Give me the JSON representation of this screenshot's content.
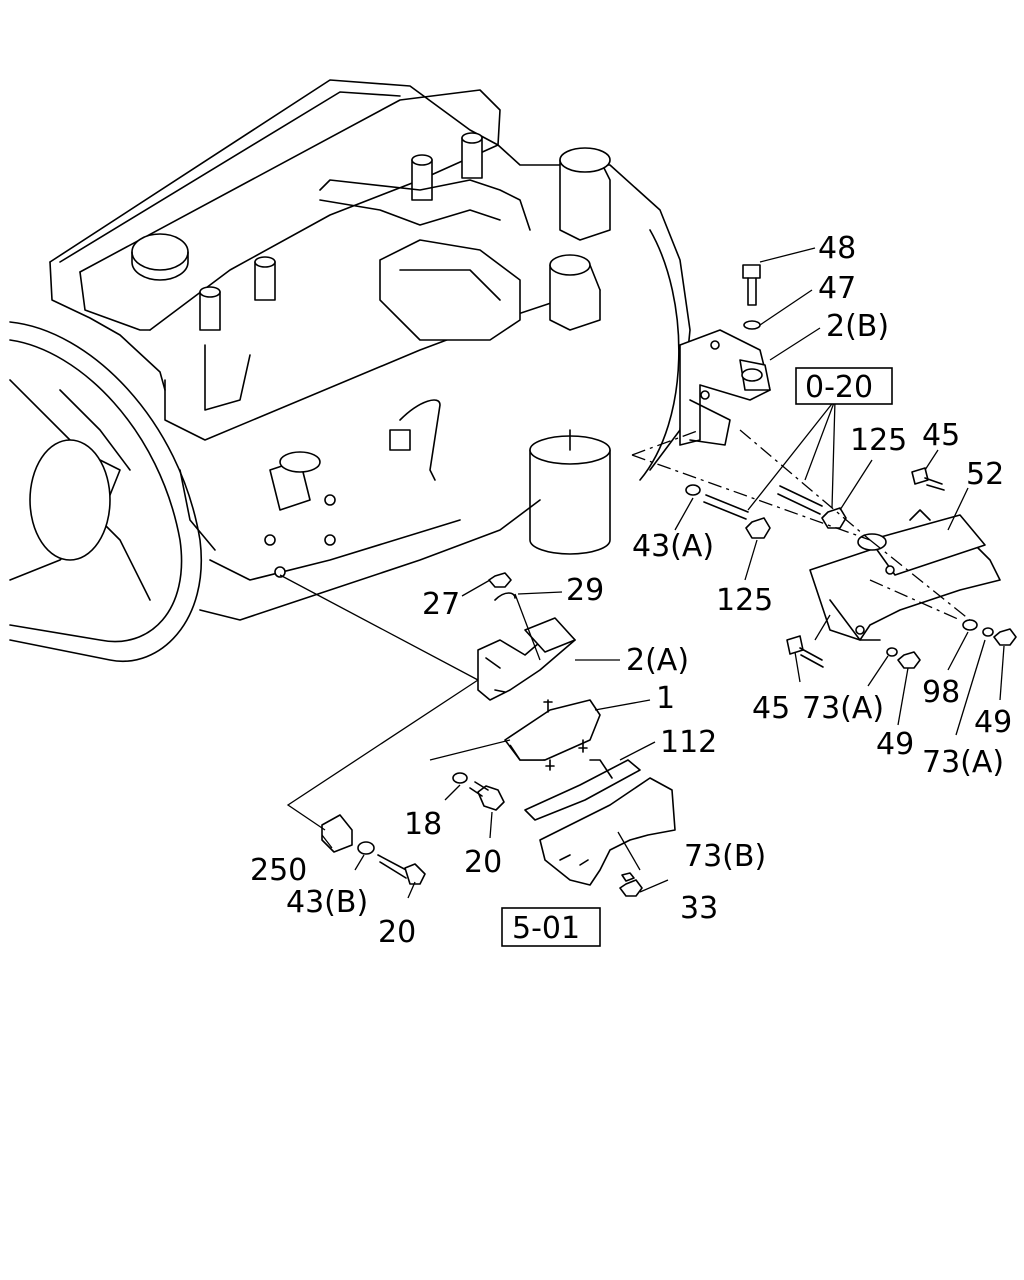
{
  "callouts": {
    "c48": "48",
    "c47": "47",
    "c2b": "2(B)",
    "c45_top": "45",
    "c52": "52",
    "c125_top": "125",
    "c43a": "43(A)",
    "c125_bottom": "125",
    "c27": "27",
    "c29": "29",
    "c2a": "2(A)",
    "c1": "1",
    "c112": "112",
    "c45_bottom": "45",
    "c73a_left": "73(A)",
    "c98": "98",
    "c49_right": "49",
    "c49_bottom": "49",
    "c73a_right": "73(A)",
    "c18": "18",
    "c20_mid": "20",
    "c73b": "73(B)",
    "c33": "33",
    "c250": "250",
    "c43b": "43(B)",
    "c20_bottom": "20"
  },
  "references": {
    "ref_0_20": "0-20",
    "ref_5_01": "5-01"
  }
}
